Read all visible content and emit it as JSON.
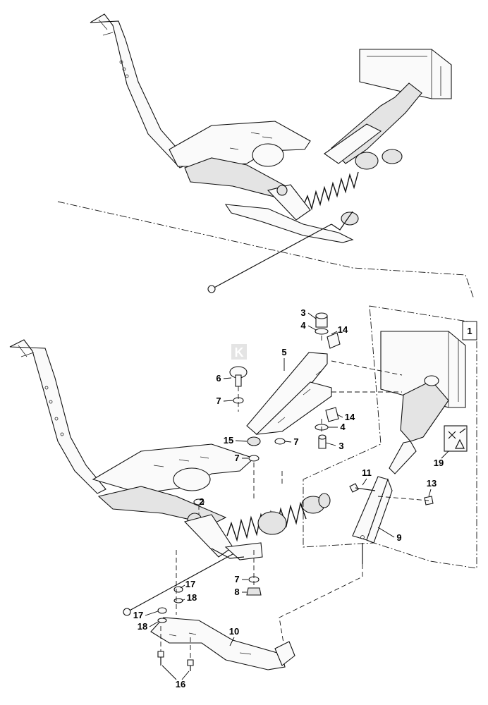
{
  "watermark": "K",
  "callouts": [
    "1",
    "2",
    "3",
    "3",
    "4",
    "4",
    "5",
    "6",
    "7",
    "7",
    "7",
    "7",
    "8",
    "9",
    "10",
    "11",
    "13",
    "14",
    "14",
    "15",
    "16",
    "17",
    "17",
    "18",
    "18",
    "19"
  ]
}
